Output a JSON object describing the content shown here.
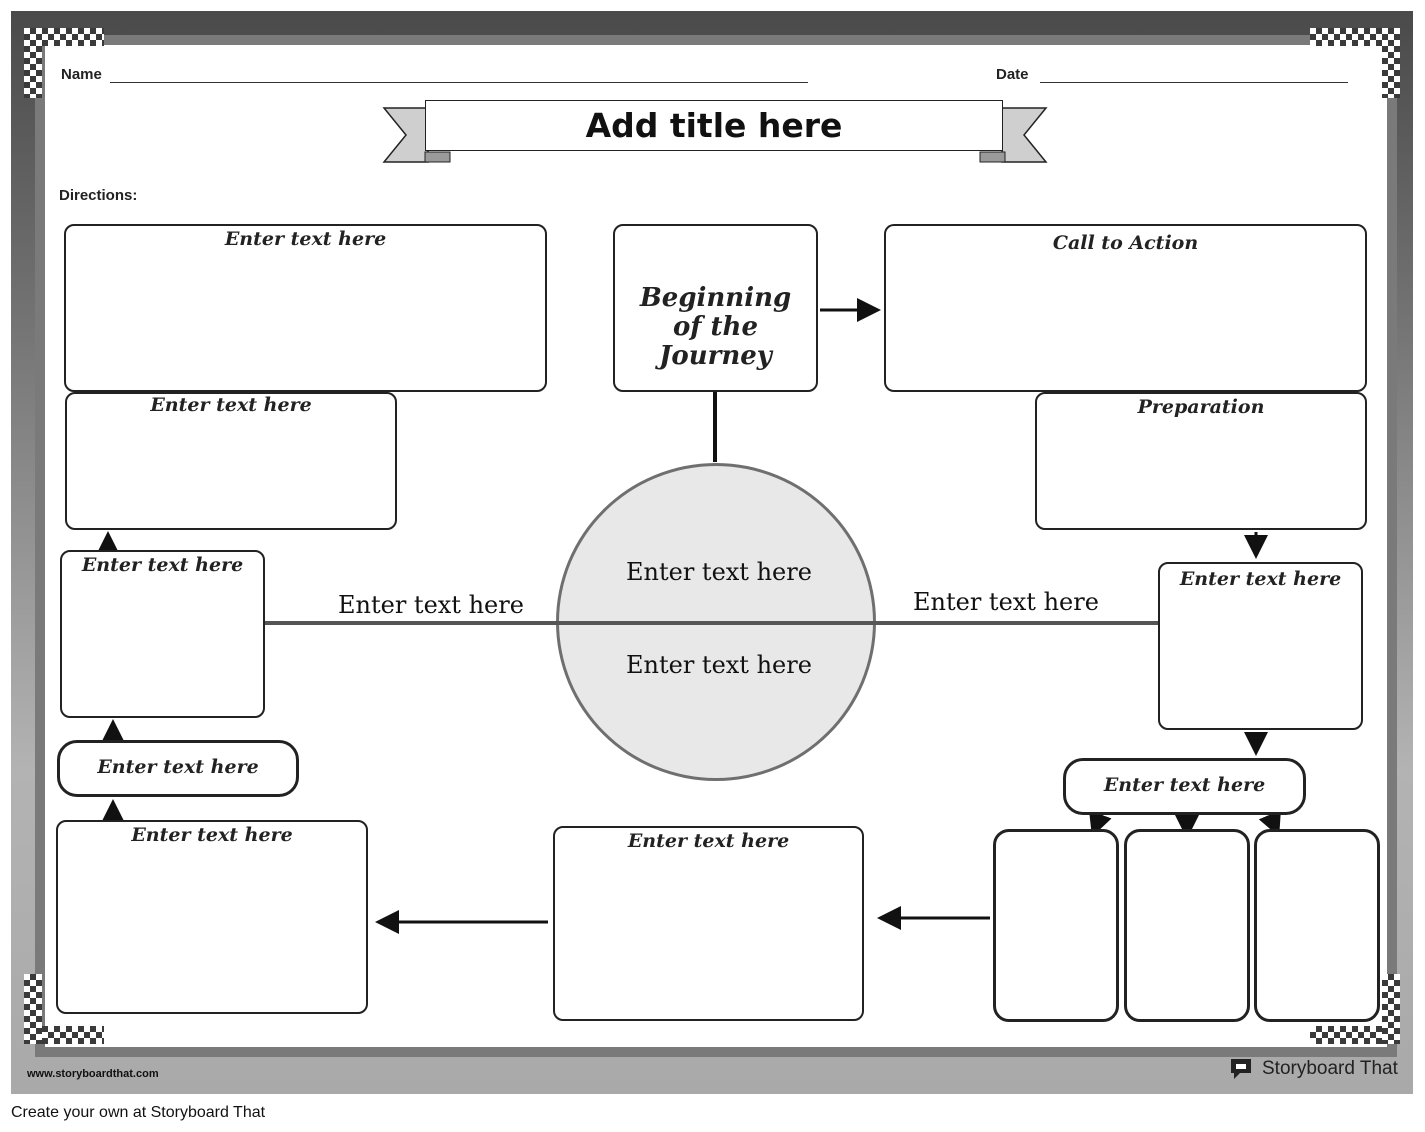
{
  "header": {
    "name_label": "Name",
    "date_label": "Date",
    "title": "Add title here",
    "directions_label": "Directions:"
  },
  "boxes": {
    "top_left": "Enter text here",
    "left_second": "Enter text here",
    "left_third": "Enter text here",
    "left_pill": "Enter text here",
    "bottom_left": "Enter text here",
    "bottom_middle": "Enter text here",
    "beginning": "Beginning of the Journey",
    "call_to_action": "Call to Action",
    "preparation": "Preparation",
    "right_third": "Enter text here",
    "right_pill": "Enter text here"
  },
  "center": {
    "circle_top": "Enter text here",
    "circle_bottom": "Enter text here",
    "left_line_label": "Enter text here",
    "right_line_label": "Enter text here"
  },
  "footer": {
    "url": "www.storyboardthat.com",
    "brand": "Storyboard That",
    "caption": "Create your own at Storyboard That"
  }
}
